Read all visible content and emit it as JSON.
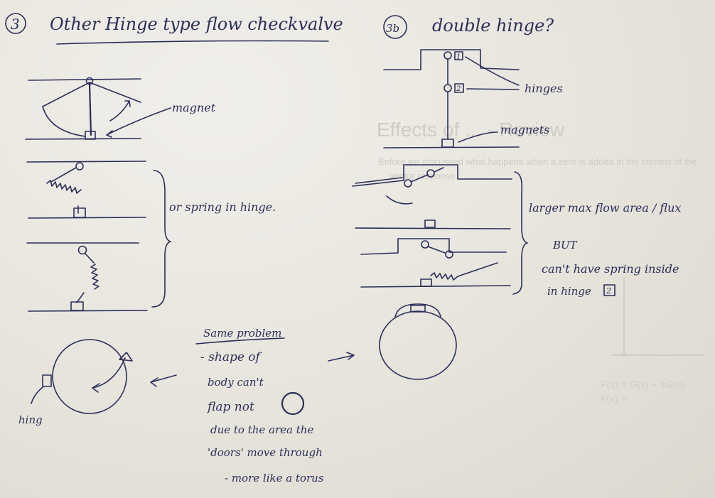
{
  "left": {
    "section_number": "3",
    "title": "Other Hinge type flow checkvalve",
    "label_magnet": "magnet",
    "label_or_spring": "or spring in hinge.",
    "label_hinge": "hing",
    "problem_title": "Same problem",
    "problem_lines": [
      "- shape of",
      "body can't",
      "flap not",
      "due to the area the",
      "'doors' move through",
      "- more like a torus"
    ]
  },
  "right": {
    "section_number": "3b",
    "title": "double hinge?",
    "label_hinges": "hinges",
    "label_magnets": "magnets",
    "hinge_tag_1": "1",
    "hinge_tag_2": "2",
    "note_lines": [
      "larger max flow area / flux",
      "BUT",
      "can't have spring inside",
      "in hinge"
    ],
    "note_tag": "2"
  },
  "ghost": {
    "title": "Effects of ... - Review",
    "subtitle_1": "Before we discussed what happens when a zero is added in the context of the",
    "subtitle_2": "vector response",
    "formula_1": "F(s) = G(s) + sG(s)",
    "formula_2": "F(s) ="
  }
}
